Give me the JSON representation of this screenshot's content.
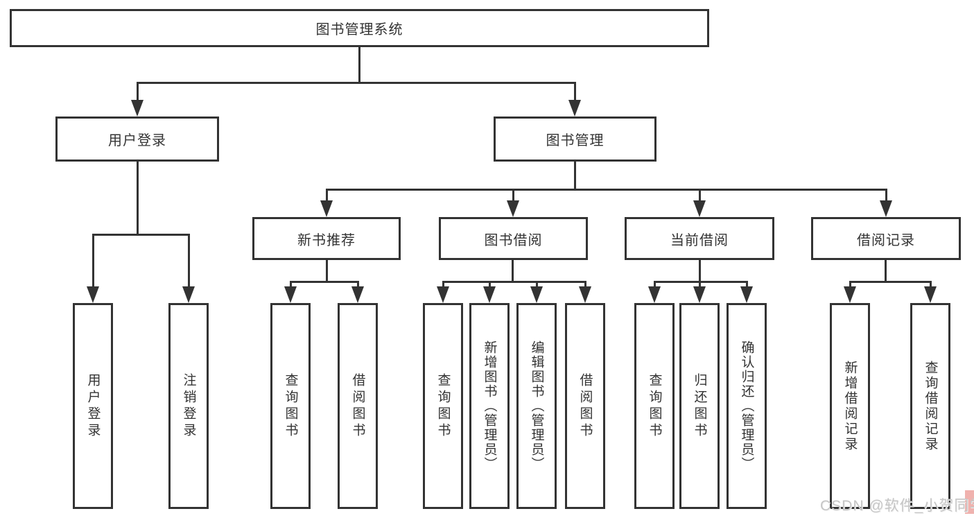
{
  "diagram": {
    "title": "图书管理系统",
    "colors": {
      "line": "#333333",
      "box_background": "#ffffff",
      "watermark_text": "#c6c6c6",
      "watermark_accent": "#f0b2ae"
    },
    "nodes": {
      "root": "图书管理系统",
      "user_login": "用户登录",
      "book_mgmt": "图书管理",
      "new_book_rec": "新书推荐",
      "book_borrow": "图书借阅",
      "current_borrow": "当前借阅",
      "borrow_records": "借阅记录",
      "leaf_user_login": "用户登录",
      "leaf_logout": "注销登录",
      "leaf_rec_query": "查询图书",
      "leaf_rec_borrow": "借阅图书",
      "leaf_bb_query": "查询图书",
      "leaf_bb_add": "新增图书（管理员）",
      "leaf_bb_edit": "编辑图书（管理员）",
      "leaf_bb_borrow": "借阅图书",
      "leaf_cb_query": "查询图书",
      "leaf_cb_return": "归还图书",
      "leaf_cb_confirm": "确认归还（管理员）",
      "leaf_br_add": "新增借阅记录",
      "leaf_br_query": "查询借阅记录"
    },
    "edges": [
      [
        "root",
        "user_login"
      ],
      [
        "root",
        "book_mgmt"
      ],
      [
        "user_login",
        "leaf_user_login"
      ],
      [
        "user_login",
        "leaf_logout"
      ],
      [
        "book_mgmt",
        "new_book_rec"
      ],
      [
        "book_mgmt",
        "book_borrow"
      ],
      [
        "book_mgmt",
        "current_borrow"
      ],
      [
        "book_mgmt",
        "borrow_records"
      ],
      [
        "new_book_rec",
        "leaf_rec_query"
      ],
      [
        "new_book_rec",
        "leaf_rec_borrow"
      ],
      [
        "book_borrow",
        "leaf_bb_query"
      ],
      [
        "book_borrow",
        "leaf_bb_add"
      ],
      [
        "book_borrow",
        "leaf_bb_edit"
      ],
      [
        "book_borrow",
        "leaf_bb_borrow"
      ],
      [
        "current_borrow",
        "leaf_cb_query"
      ],
      [
        "current_borrow",
        "leaf_cb_return"
      ],
      [
        "current_borrow",
        "leaf_cb_confirm"
      ],
      [
        "borrow_records",
        "leaf_br_add"
      ],
      [
        "borrow_records",
        "leaf_br_query"
      ]
    ],
    "watermark": "CSDN @软件_小贺同学"
  }
}
